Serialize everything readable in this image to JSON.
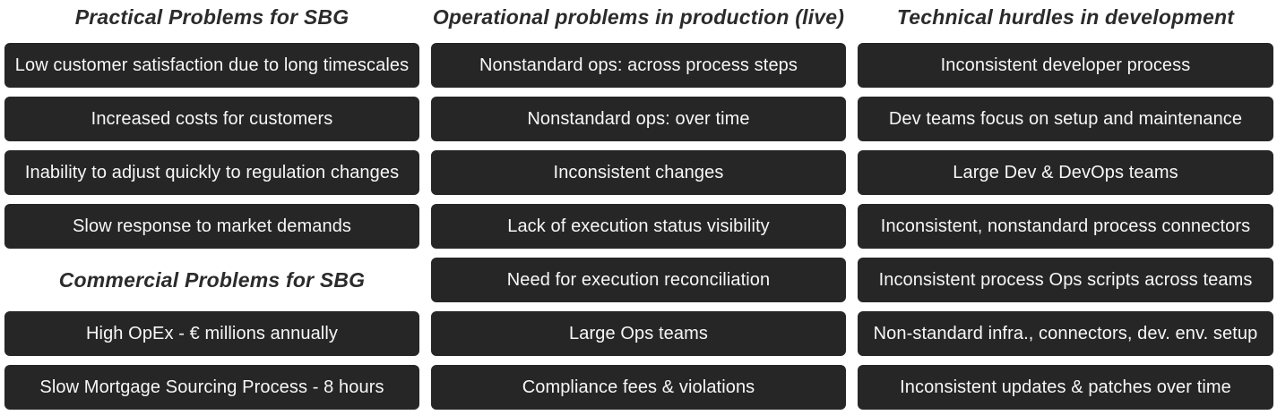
{
  "colors": {
    "page_bg": "#ffffff",
    "box_bg": "#262626",
    "box_text": "#f7f7f7",
    "header_text": "#2b2b2b"
  },
  "columns": [
    {
      "rows": [
        {
          "type": "header",
          "text": "Practical Problems for SBG"
        },
        {
          "type": "box",
          "text": "Low customer satisfaction due to long timescales"
        },
        {
          "type": "box",
          "text": "Increased costs for customers"
        },
        {
          "type": "box",
          "text": "Inability to adjust quickly to regulation changes"
        },
        {
          "type": "box",
          "text": "Slow response to market demands"
        },
        {
          "type": "header",
          "text": "Commercial Problems for SBG"
        },
        {
          "type": "box",
          "text": "High OpEx - € millions annually"
        },
        {
          "type": "box",
          "text": "Slow Mortgage Sourcing Process - 8 hours"
        }
      ]
    },
    {
      "rows": [
        {
          "type": "header",
          "text": "Operational problems in production (live)"
        },
        {
          "type": "box",
          "text": "Nonstandard ops: across process steps"
        },
        {
          "type": "box",
          "text": "Nonstandard ops: over time"
        },
        {
          "type": "box",
          "text": "Inconsistent changes"
        },
        {
          "type": "box",
          "text": "Lack of execution status visibility"
        },
        {
          "type": "box",
          "text": "Need for execution reconciliation"
        },
        {
          "type": "box",
          "text": "Large Ops teams"
        },
        {
          "type": "box",
          "text": "Compliance fees & violations"
        }
      ]
    },
    {
      "rows": [
        {
          "type": "header",
          "text": "Technical hurdles in development"
        },
        {
          "type": "box",
          "text": "Inconsistent developer process"
        },
        {
          "type": "box",
          "text": "Dev teams focus on setup and maintenance"
        },
        {
          "type": "box",
          "text": "Large Dev & DevOps teams"
        },
        {
          "type": "box",
          "text": "Inconsistent, nonstandard process connectors"
        },
        {
          "type": "box",
          "text": "Inconsistent process Ops scripts across teams"
        },
        {
          "type": "box",
          "text": "Non-standard infra., connectors, dev. env. setup"
        },
        {
          "type": "box",
          "text": "Inconsistent updates & patches over time"
        }
      ]
    }
  ]
}
